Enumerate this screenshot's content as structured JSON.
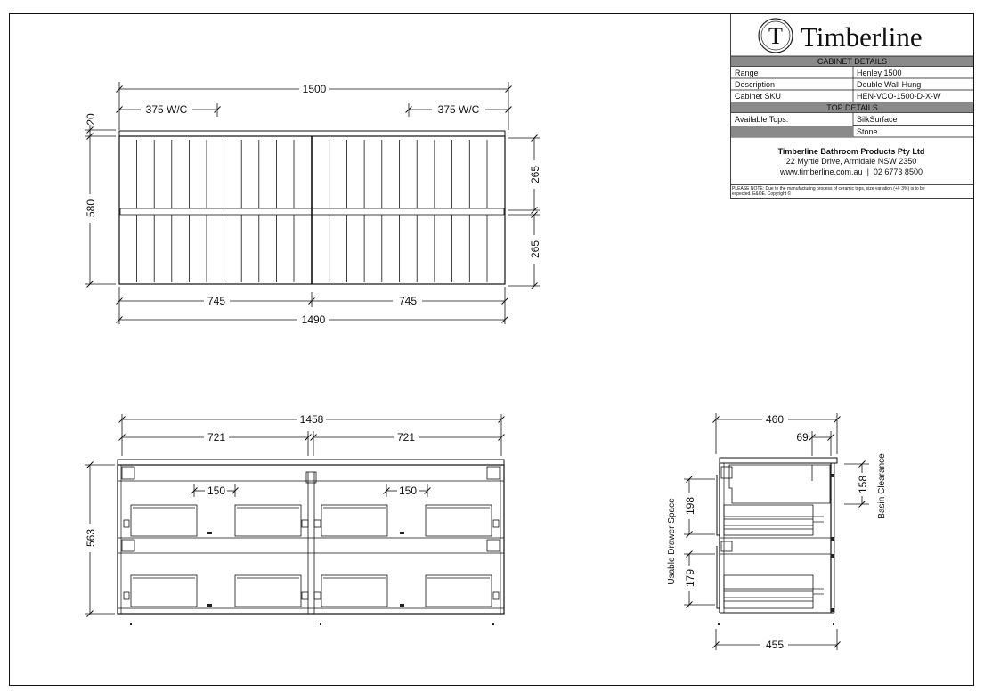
{
  "brand": {
    "logo_letter": "T",
    "name": "Timberline"
  },
  "cabinet_details": {
    "header": "CABINET DETAILS",
    "rows": [
      {
        "label": "Range",
        "value": "Henley 1500"
      },
      {
        "label": "Description",
        "value": "Double Wall Hung"
      },
      {
        "label": "Cabinet SKU",
        "value": "HEN-VCO-1500-D-X-W"
      }
    ]
  },
  "top_details": {
    "header": "TOP DETAILS",
    "label": "Available Tops:",
    "values": [
      "SilkSurface",
      "Stone"
    ]
  },
  "company": {
    "name": "Timberline Bathroom Products Pty Ltd",
    "address": "22 Myrtle Drive, Armidale NSW 2350",
    "contact": "www.timberline.com.au  |  02 6773 8500"
  },
  "note": {
    "line1": "PLEASE NOTE: Due to the manufacturing process of ceramic tops, size variation (+/- 3%) is to be",
    "line2": "expected. E&OE. Copyright ©"
  },
  "front_view": {
    "overall_width": "1500",
    "wc_left": "375 W/C",
    "wc_right": "375 W/C",
    "top_thickness": "20",
    "height": "580",
    "drawer_height_top": "265",
    "drawer_height_bottom": "265",
    "half_width_left": "745",
    "half_width_right": "745",
    "carcass_width": "1490"
  },
  "section_view": {
    "overall_width": "1458",
    "half_left": "721",
    "half_right": "721",
    "gap_1": "150",
    "gap_2": "150",
    "height": "563"
  },
  "side_view": {
    "depth_top": "460",
    "offset": "69",
    "basin_clearance": "158",
    "basin_clearance_label": "Basin Clearance",
    "drawer_space_top": "198",
    "drawer_space_bottom": "179",
    "drawer_space_label": "Usable Drawer Space",
    "depth_bottom": "455"
  }
}
